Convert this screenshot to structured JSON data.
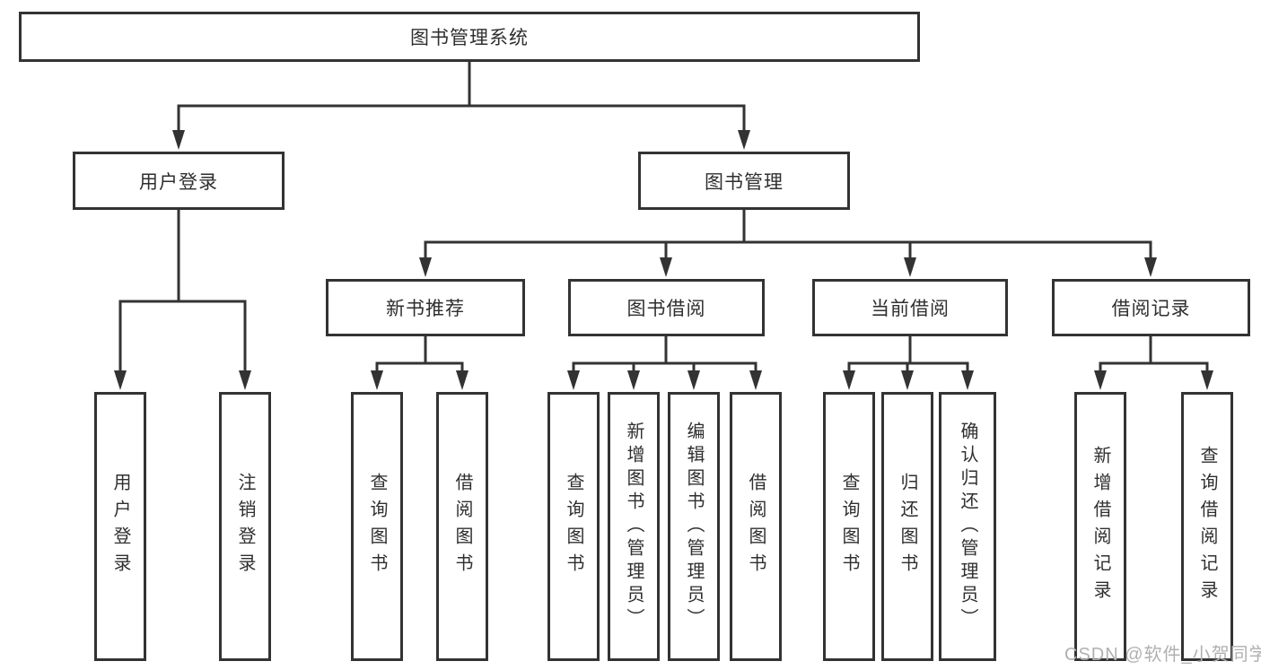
{
  "diagram": {
    "type": "hierarchy-tree",
    "watermark": "CSDN @软件_小贺同学",
    "colors": {
      "line": "#333333",
      "border": "#333333",
      "text": "#2f2f2f",
      "background": "#ffffff",
      "watermark": "#b0b0b0"
    },
    "tree": {
      "label": "图书管理系统",
      "children": [
        {
          "label": "用户登录",
          "children": [
            {
              "label": "用户登录"
            },
            {
              "label": "注销登录"
            }
          ]
        },
        {
          "label": "图书管理",
          "children": [
            {
              "label": "新书推荐",
              "children": [
                {
                  "label": "查询图书"
                },
                {
                  "label": "借阅图书"
                }
              ]
            },
            {
              "label": "图书借阅",
              "children": [
                {
                  "label": "查询图书"
                },
                {
                  "label": "新增图书（管理员）"
                },
                {
                  "label": "编辑图书（管理员）"
                },
                {
                  "label": "借阅图书"
                }
              ]
            },
            {
              "label": "当前借阅",
              "children": [
                {
                  "label": "查询图书"
                },
                {
                  "label": "归还图书"
                },
                {
                  "label": "确认归还（管理员）"
                }
              ]
            },
            {
              "label": "借阅记录",
              "children": [
                {
                  "label": "新增借阅记录"
                },
                {
                  "label": "查询借阅记录"
                }
              ]
            }
          ]
        }
      ]
    }
  }
}
